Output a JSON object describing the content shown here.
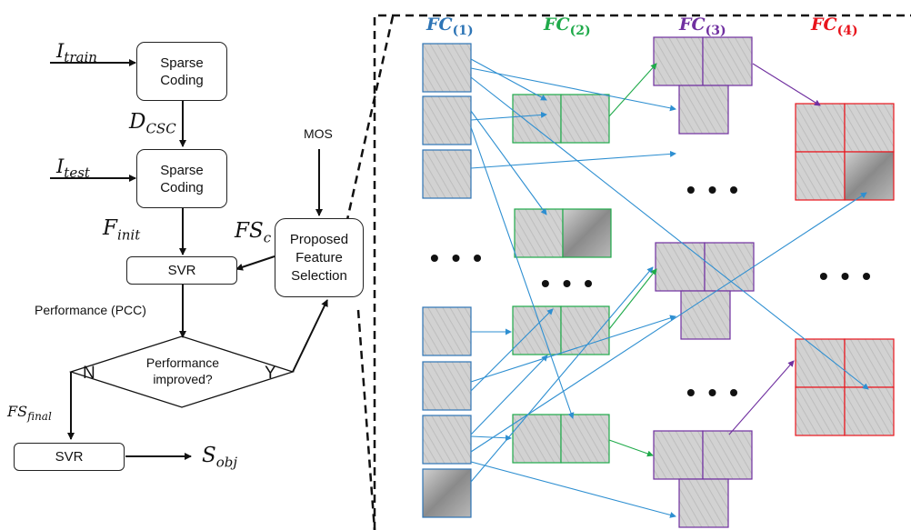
{
  "flow": {
    "i_train": {
      "sym": "I",
      "sub": "train"
    },
    "i_test": {
      "sym": "I",
      "sub": "test"
    },
    "d_csc": {
      "sym": "D",
      "sub": "CSC"
    },
    "f_init": {
      "sym": "F",
      "sub": "init"
    },
    "fs_c": {
      "sym": "FS",
      "sub": "c"
    },
    "fs_final": {
      "sym": "FS",
      "sub": "final"
    },
    "s_obj": {
      "sym": "S",
      "sub": "obj"
    },
    "sparse_coding_1": "Sparse Coding",
    "sparse_coding_2": "Sparse Coding",
    "svr_1": "SVR",
    "svr_2": "SVR",
    "mos": "MOS",
    "feature_selection": "Proposed Feature Selection",
    "performance": "Performance (PCC)",
    "decision": "Performance improved?",
    "no": "N",
    "yes": "Y"
  },
  "panel": {
    "columns": [
      {
        "sym": "FC",
        "sub": "(1)",
        "color": "#2e75b6"
      },
      {
        "sym": "FC",
        "sub": "(2)",
        "color": "#1faa4a"
      },
      {
        "sym": "FC",
        "sub": "(3)",
        "color": "#7030a0"
      },
      {
        "sym": "FC",
        "sub": "(4)",
        "color": "#e8141c"
      }
    ],
    "ellipsis": "• • •",
    "arrow_colors": {
      "blue": "#2e8fd1",
      "green": "#1faa4a",
      "purple": "#7030a0"
    }
  }
}
